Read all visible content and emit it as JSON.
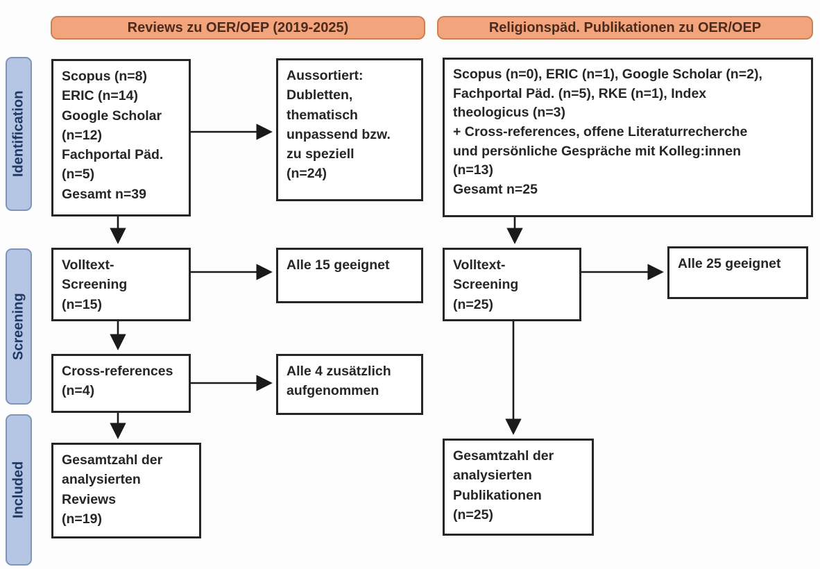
{
  "colors": {
    "header_fill": "#f2a47c",
    "header_border": "#c98256",
    "header_text": "#4d2b1c",
    "stage_fill": "#b4c6e4",
    "stage_border": "#8094b8",
    "stage_text": "#1f3864",
    "box_border": "#262626",
    "box_text": "#262626",
    "arrow": "#1a1a1a",
    "bg": "#fdfdfd"
  },
  "headers": {
    "left": "Reviews zu OER/OEP (2019-2025)",
    "right": "Religionspäd. Publikationen zu OER/OEP"
  },
  "stages": {
    "identification": "Identification",
    "screening": "Screening",
    "included": "Included"
  },
  "boxes": {
    "id_left": "Scopus (n=8)\nERIC (n=14)\nGoogle Scholar\n(n=12)\nFachportal Päd.\n(n=5)\nGesamt n=39",
    "aussortiert": "Aussortiert:\nDubletten,\nthematisch\nunpassend bzw.\nzu speziell\n(n=24)",
    "id_right": "Scopus (n=0), ERIC (n=1), Google Scholar (n=2),\nFachportal Päd. (n=5), RKE (n=1), Index\ntheologicus (n=3)\n+ Cross-references, offene Literaturrecherche\nund persönliche Gespräche mit Kolleg:innen\n(n=13)\nGesamt n=25",
    "volltext_left": "Volltext-\nScreening\n(n=15)",
    "alle15": "Alle 15 geeignet",
    "volltext_right": "Volltext-\nScreening\n(n=25)",
    "alle25": "Alle 25 geeignet",
    "crossref": "Cross-references\n(n=4)",
    "alle4": "Alle 4 zusätzlich\naufgenommen",
    "gesamt_left": "Gesamtzahl der\nanalysierten\nReviews\n(n=19)",
    "gesamt_right": "Gesamtzahl der\nanalysierten\nPublikationen\n(n=25)"
  }
}
